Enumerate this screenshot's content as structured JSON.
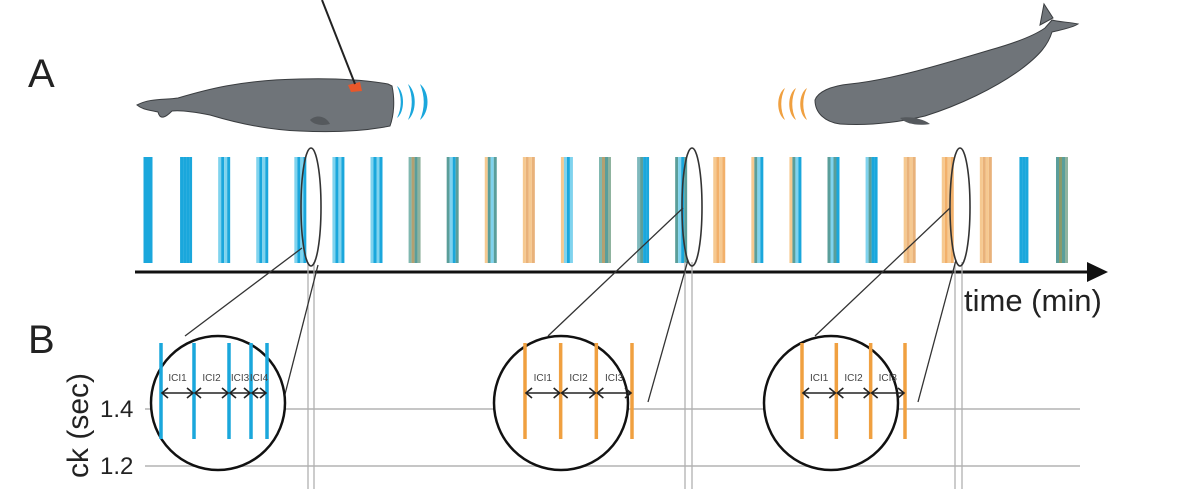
{
  "panels": {
    "a": {
      "label": "A"
    },
    "b": {
      "label": "B"
    }
  },
  "colors": {
    "whale_a_clicks": "#1aa7dc",
    "whale_b_clicks": "#f0a040",
    "whale_b_light": "#f6c990",
    "mixed": "#5a9e9a",
    "whale_body": "#6f7479",
    "tag": "#e8572a",
    "axis": "#111111",
    "grid": "#bdbdbd"
  },
  "whales": [
    {
      "name": "tagged-whale",
      "sound_color": "blue",
      "tagged": true
    },
    {
      "name": "second-whale",
      "sound_color": "orange",
      "tagged": false
    }
  ],
  "timeline": {
    "axis_label": "time (min)",
    "codas": [
      [
        "blue-solid"
      ],
      [
        "blue-solid-wide"
      ],
      [
        "blue-striped"
      ],
      [
        "blue-striped"
      ],
      [
        "blue-striped"
      ],
      [
        "blue-striped-highlight"
      ],
      [
        "blue-striped"
      ],
      [
        "mixed-green"
      ],
      [
        "mixed-teal"
      ],
      [
        "mixed-orange-teal"
      ],
      [
        "orange-striped"
      ],
      [
        "orange-blue-striped"
      ],
      [
        "mixed-green"
      ],
      [
        "blue-teal"
      ],
      [
        "mixed-teal"
      ],
      [
        "orange-striped-highlight"
      ],
      [
        "orange-teal"
      ],
      [
        "orange-teal"
      ],
      [
        "teal"
      ],
      [
        "teal-blue"
      ],
      [
        "orange-striped"
      ],
      [
        "orange-striped-highlight"
      ],
      [
        "orange-striped"
      ],
      [
        "blue-solid"
      ],
      [
        "teal-olive"
      ]
    ]
  },
  "zooms": [
    {
      "name": "coda-zoom-blue",
      "color": "blue",
      "intervals": [
        "ICI1",
        "ICI2",
        "ICI3",
        "ICI4"
      ]
    },
    {
      "name": "coda-zoom-orange-1",
      "color": "orange",
      "intervals": [
        "ICI1",
        "ICI2",
        "ICI3"
      ]
    },
    {
      "name": "coda-zoom-orange-2",
      "color": "orange",
      "intervals": [
        "ICI1",
        "ICI2",
        "ICI3"
      ]
    }
  ],
  "yaxis": {
    "label": "ck (sec)",
    "ticks": [
      "1.4",
      "1.2"
    ]
  }
}
